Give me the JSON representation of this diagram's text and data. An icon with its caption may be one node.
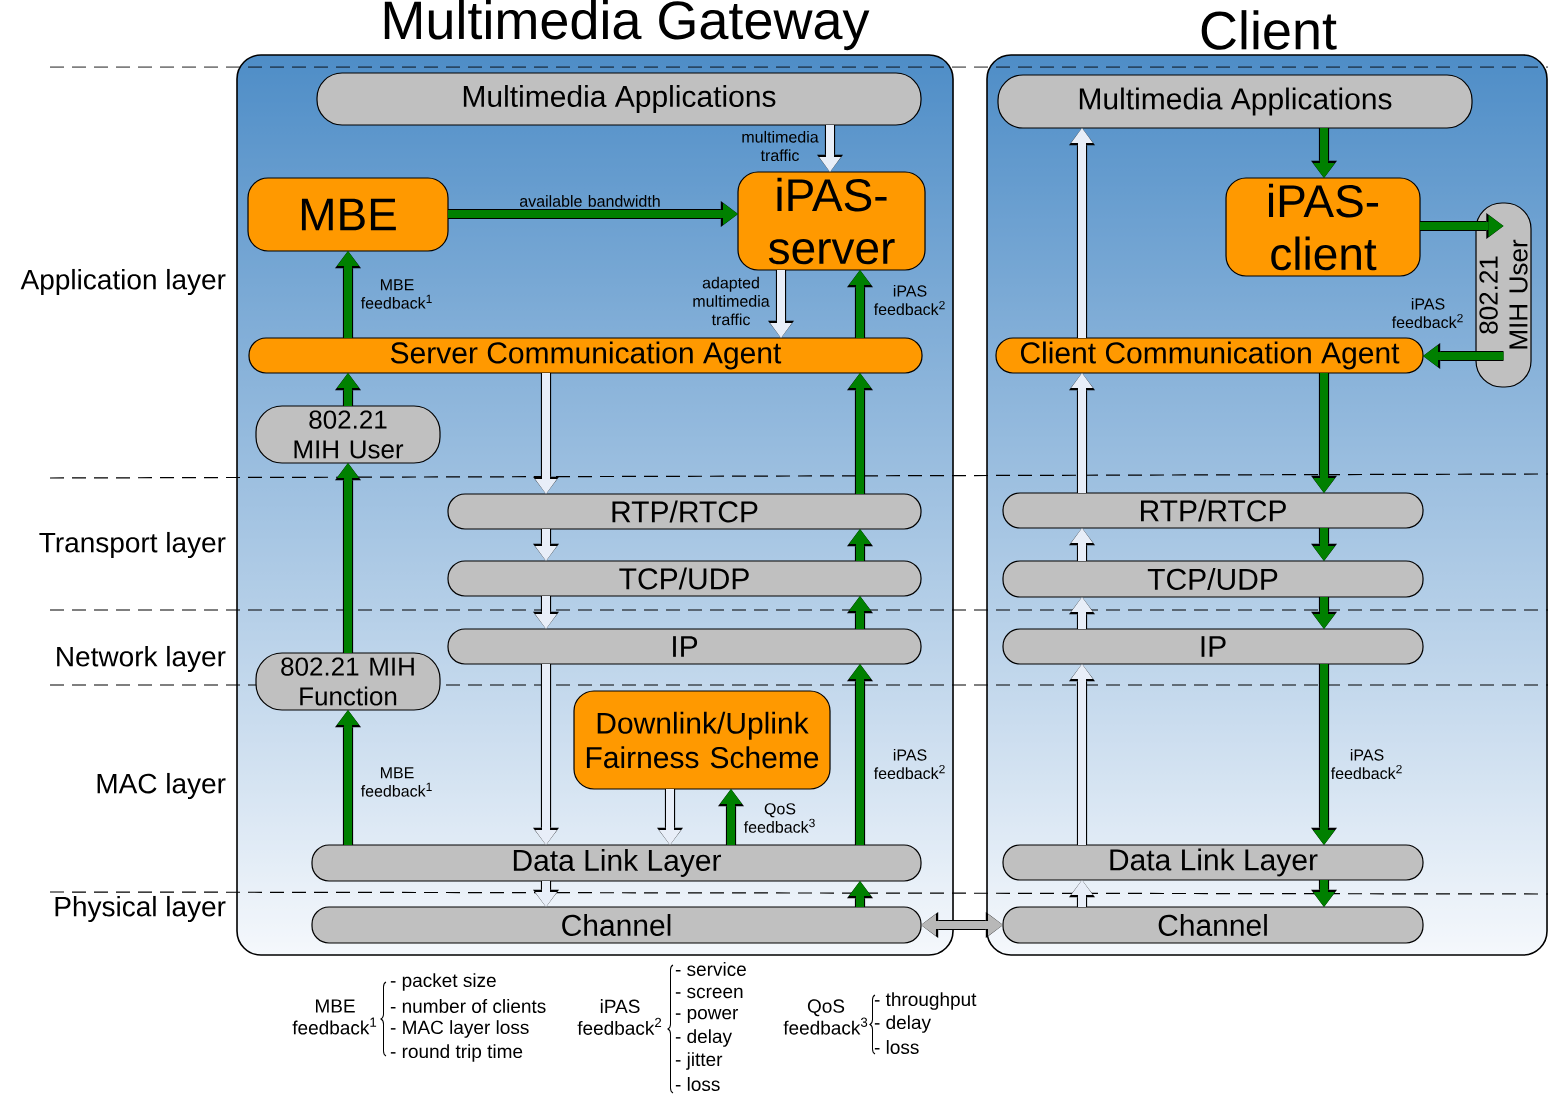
{
  "diagram": {
    "nodes": [
      {
        "text": [
          "Multimedia Gateway"
        ]
      },
      {
        "text": [
          "Client"
        ]
      },
      {
        "text": [
          "Multimedia Applications"
        ],
        "in": 0
      },
      {
        "text": [
          "MBE"
        ],
        "in": 0
      },
      {
        "text": [
          "iPAS-server"
        ],
        "in": 0
      },
      {
        "text": [
          "Server Communication Agent"
        ],
        "in": 0
      },
      {
        "text": [
          "802.21 MIH User"
        ],
        "in": 0
      },
      {
        "text": [
          "RTP/RTCP"
        ],
        "in": 0
      },
      {
        "text": [
          "TCP/UDP"
        ],
        "in": 0
      },
      {
        "text": [
          "IP"
        ],
        "in": 0
      },
      {
        "text": [
          "802.21 MIH Function"
        ],
        "in": 0
      },
      {
        "text": [
          "Downlink/Uplink Fairness Scheme"
        ],
        "in": 0
      },
      {
        "text": [
          "Data Link Layer"
        ],
        "in": 0
      },
      {
        "text": [
          "Channel"
        ],
        "in": 0
      },
      {
        "text": [
          "Multimedia Applications"
        ],
        "in": 1
      },
      {
        "text": [
          "iPAS-client"
        ],
        "in": 1
      },
      {
        "text": [
          "802.21 MIH User"
        ],
        "in": 1
      },
      {
        "text": [
          "Client Communication Agent"
        ],
        "in": 1
      },
      {
        "text": [
          "RTP/RTCP"
        ],
        "in": 1
      },
      {
        "text": [
          "TCP/UDP"
        ],
        "in": 1
      },
      {
        "text": [
          "IP"
        ],
        "in": 1
      },
      {
        "text": [
          "Data Link Layer"
        ],
        "in": 1
      },
      {
        "text": [
          "Channel"
        ],
        "in": 1
      }
    ],
    "edges": [
      {
        "from": 2,
        "to": 4,
        "arrow": "to",
        "label": "multimedia traffic",
        "color": "#e8eef8"
      },
      {
        "from": 3,
        "to": 4,
        "arrow": "to",
        "label": "available bandwidth"
      },
      {
        "from": 4,
        "to": 5,
        "arrow": "to",
        "label": "adapted multimedia traffic",
        "color": "#e8eef8"
      },
      {
        "from": 5,
        "to": 4,
        "arrow": "to",
        "label": "iPAS feedback$^{2}$"
      },
      {
        "from": 5,
        "to": 3,
        "arrow": "to",
        "label": "MBE feedback$^{1}$"
      },
      {
        "from": 6,
        "to": 5,
        "arrow": "to"
      },
      {
        "from": 5,
        "to": 7,
        "arrow": "to",
        "color": "#e8eef8"
      },
      {
        "from": 7,
        "to": 8,
        "arrow": "to",
        "color": "#e8eef8"
      },
      {
        "from": 8,
        "to": 9,
        "arrow": "to",
        "color": "#e8eef8"
      },
      {
        "from": 9,
        "to": 12,
        "arrow": "to",
        "color": "#e8eef8"
      },
      {
        "from": 12,
        "to": 13,
        "arrow": "to",
        "color": "#e8eef8"
      },
      {
        "from": 7,
        "to": 5,
        "arrow": "to"
      },
      {
        "from": 8,
        "to": 7,
        "arrow": "to"
      },
      {
        "from": 9,
        "to": 8,
        "arrow": "to"
      },
      {
        "from": 12,
        "to": 9,
        "arrow": "to",
        "label": "iPAS feedback$^{2}$"
      },
      {
        "from": 13,
        "to": 12,
        "arrow": "to"
      },
      {
        "from": 10,
        "to": 6,
        "arrow": "to"
      },
      {
        "from": 12,
        "to": 10,
        "arrow": "to",
        "label": "MBE feedback$^{1}$"
      },
      {
        "from": 11,
        "to": 12,
        "arrow": "to",
        "color": "#e8eef8"
      },
      {
        "from": 12,
        "to": 11,
        "arrow": "to",
        "label": "QoS feedback$^{3}$"
      },
      {
        "from": 13,
        "to": 22,
        "arrow": "both",
        "color": "#b8b8b8"
      },
      {
        "from": 17,
        "to": 14,
        "arrow": "to",
        "color": "#e8eef8"
      },
      {
        "from": 14,
        "to": 15,
        "arrow": "to"
      },
      {
        "from": 15,
        "to": 16,
        "arrow": "to"
      },
      {
        "from": 16,
        "to": 17,
        "arrow": "to",
        "label": "iPAS feedback$^{2}$"
      },
      {
        "from": 18,
        "to": 17,
        "arrow": "to",
        "color": "#e8eef8"
      },
      {
        "from": 17,
        "to": 18,
        "arrow": "to"
      },
      {
        "from": 19,
        "to": 18,
        "arrow": "to",
        "color": "#e8eef8"
      },
      {
        "from": 18,
        "to": 19,
        "arrow": "to"
      },
      {
        "from": 20,
        "to": 19,
        "arrow": "to",
        "color": "#e8eef8"
      },
      {
        "from": 19,
        "to": 20,
        "arrow": "to"
      },
      {
        "from": 21,
        "to": 20,
        "arrow": "to",
        "color": "#e8eef8"
      },
      {
        "from": 20,
        "to": 21,
        "arrow": "to",
        "label": "iPAS feedback$^{2}$"
      },
      {
        "from": 22,
        "to": 21,
        "arrow": "to",
        "color": "#e8eef8"
      },
      {
        "from": 21,
        "to": 22,
        "arrow": "to"
      }
    ],
    "labels": [
      "Application layer",
      "Transport layer",
      "Network layer",
      "MAC layer",
      "Physical layer",
      "MBE feedback$^{1}$",
      "- packet size",
      "- number of clients",
      "- MAC layer loss",
      "- round trip time",
      "iPAS feedback$^{2}$",
      "- service",
      "- screen",
      "- power",
      "- delay",
      "- jitter",
      "- loss",
      "QoS feedback$^{3}$",
      "- throughput",
      "- delay",
      "- loss"
    ]
  }
}
